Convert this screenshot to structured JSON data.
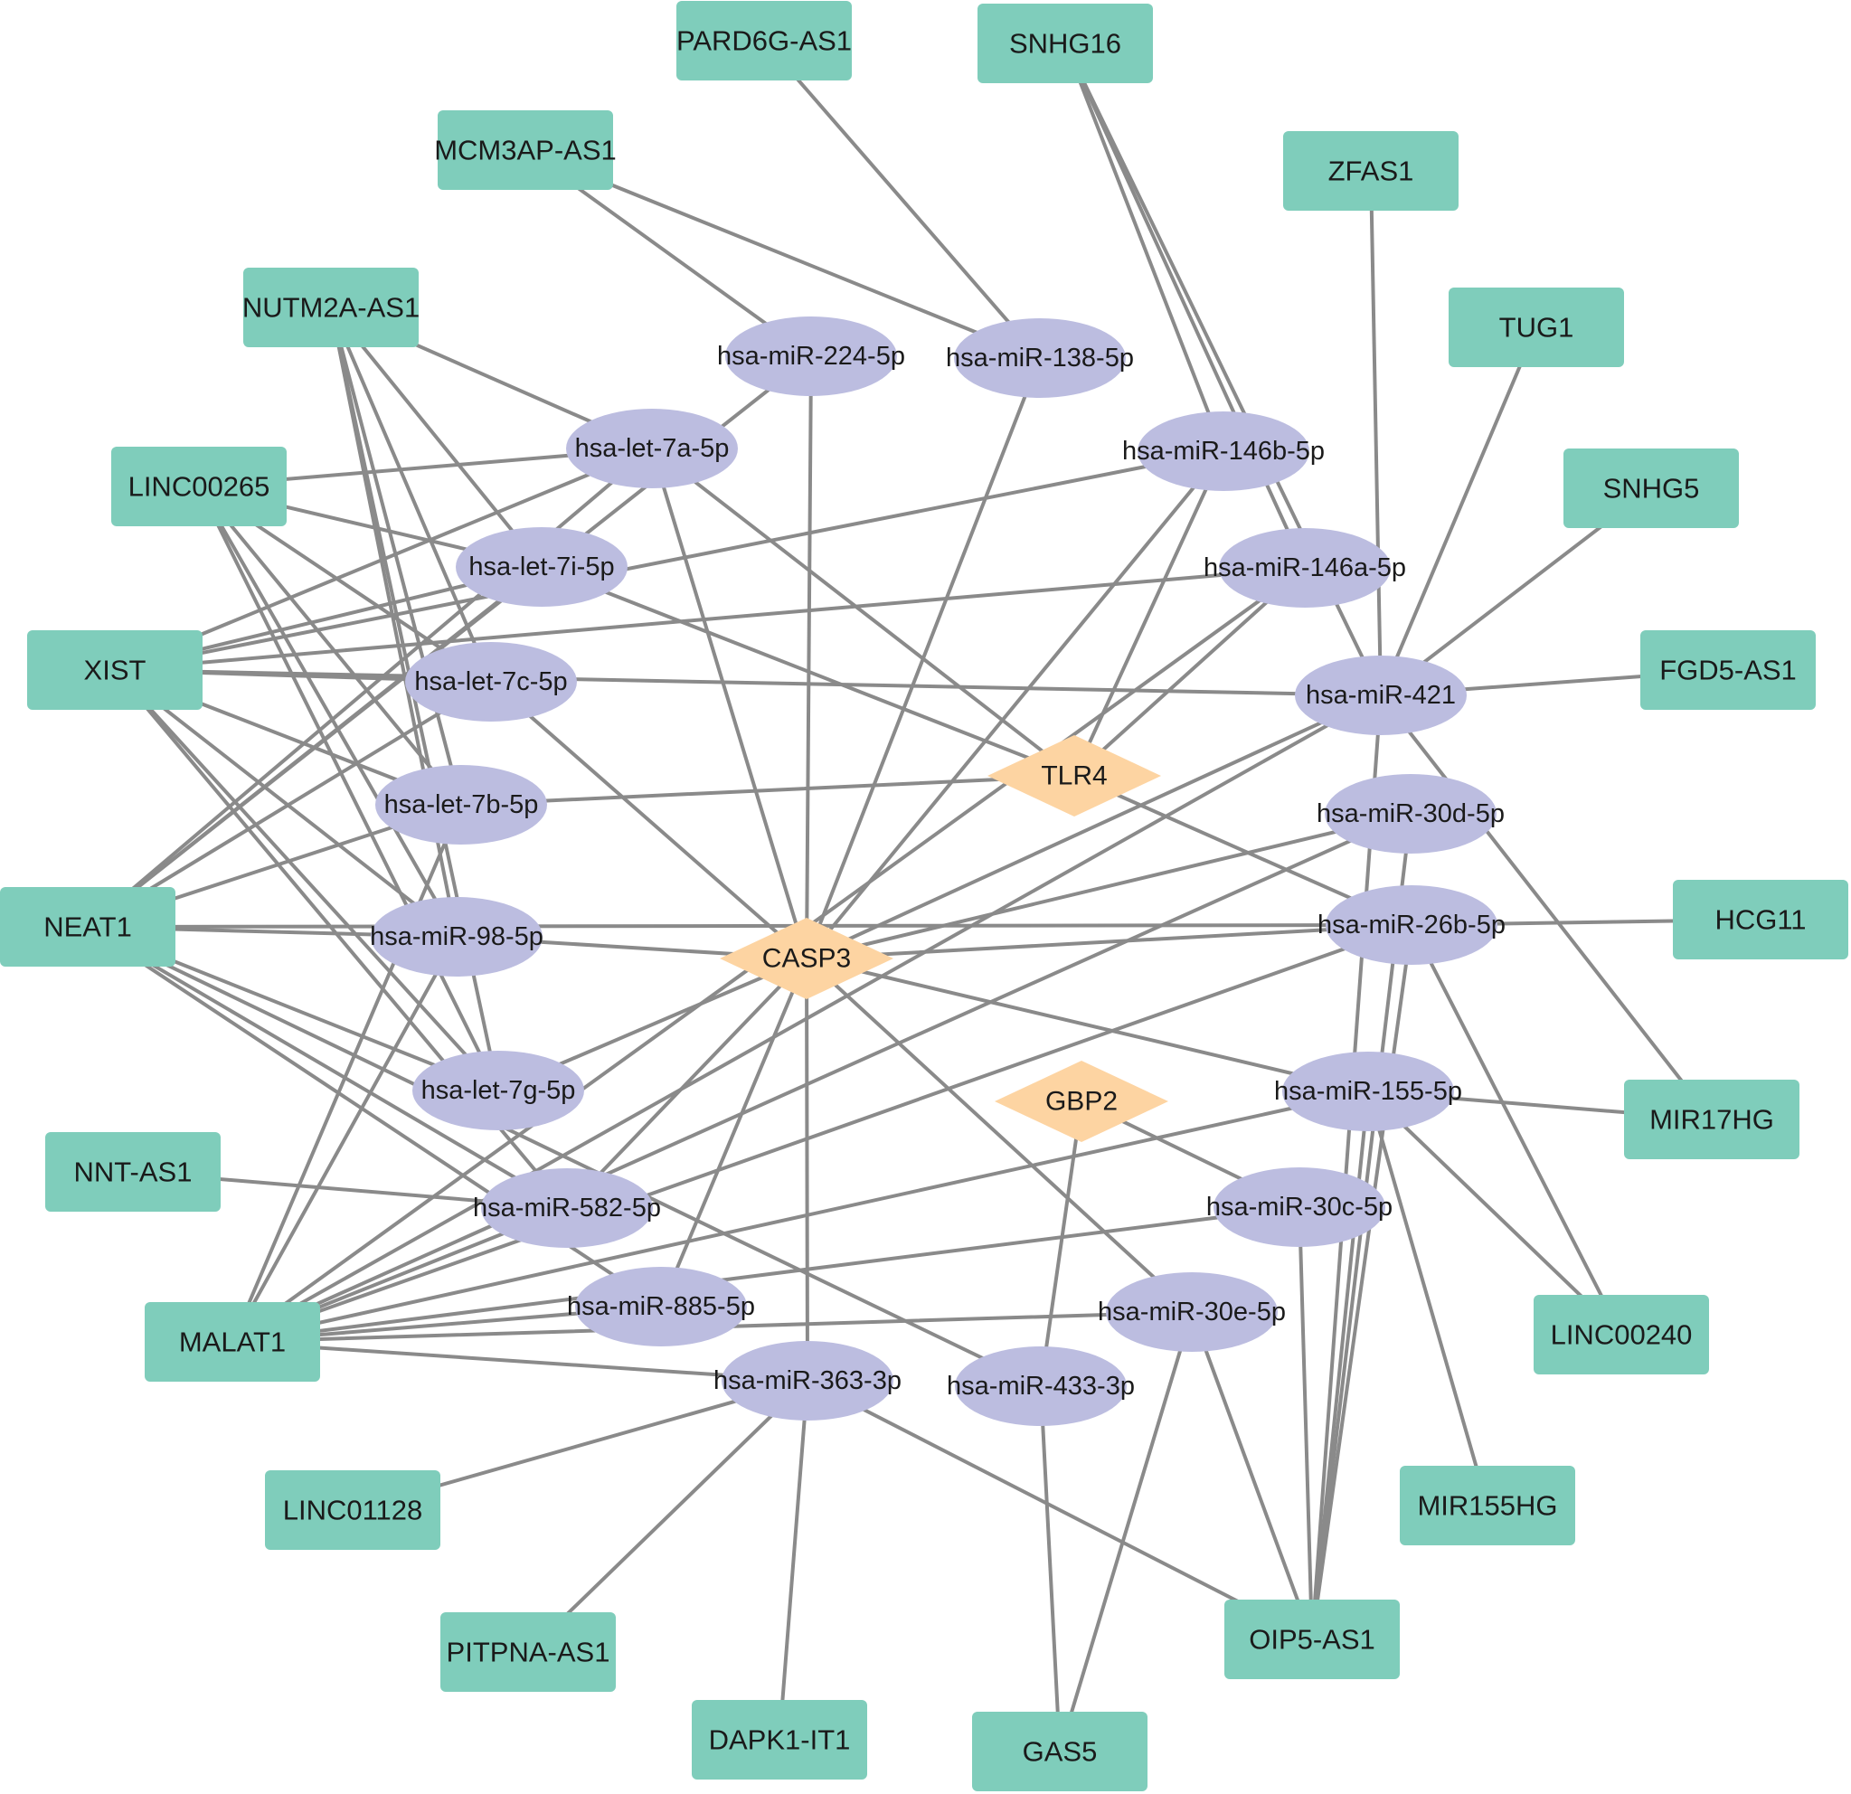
{
  "colors": {
    "lncrna_fill": "#7fcdbb",
    "mirna_fill": "#bcbde0",
    "gene_fill": "#fdd4a2",
    "edge": "#8a8a8a",
    "label": "#1a1a1a"
  },
  "lncrnas": [
    "PARD6G-AS1",
    "SNHG16",
    "MCM3AP-AS1",
    "ZFAS1",
    "NUTM2A-AS1",
    "TUG1",
    "LINC00265",
    "SNHG5",
    "XIST",
    "FGD5-AS1",
    "NEAT1",
    "HCG11",
    "MIR17HG",
    "NNT-AS1",
    "LINC00240",
    "MALAT1",
    "MIR155HG",
    "LINC01128",
    "PITPNA-AS1",
    "OIP5-AS1",
    "DAPK1-IT1",
    "GAS5"
  ],
  "mirnas": [
    "hsa-miR-224-5p",
    "hsa-miR-138-5p",
    "hsa-let-7a-5p",
    "hsa-miR-146b-5p",
    "hsa-let-7i-5p",
    "hsa-miR-146a-5p",
    "hsa-let-7c-5p",
    "hsa-miR-421",
    "hsa-let-7b-5p",
    "hsa-miR-30d-5p",
    "hsa-miR-98-5p",
    "hsa-miR-26b-5p",
    "hsa-let-7g-5p",
    "hsa-miR-155-5p",
    "hsa-miR-582-5p",
    "hsa-miR-30c-5p",
    "hsa-miR-885-5p",
    "hsa-miR-30e-5p",
    "hsa-miR-363-3p",
    "hsa-miR-433-3p"
  ],
  "genes": [
    "TLR4",
    "CASP3",
    "GBP2"
  ],
  "edges": [
    [
      "PARD6G-AS1",
      "hsa-miR-138-5p"
    ],
    [
      "MCM3AP-AS1",
      "hsa-miR-224-5p"
    ],
    [
      "MCM3AP-AS1",
      "hsa-miR-138-5p"
    ],
    [
      "SNHG16",
      "hsa-miR-146b-5p"
    ],
    [
      "SNHG16",
      "hsa-miR-146a-5p"
    ],
    [
      "SNHG16",
      "hsa-miR-421"
    ],
    [
      "ZFAS1",
      "hsa-miR-421"
    ],
    [
      "TUG1",
      "hsa-miR-421"
    ],
    [
      "SNHG5",
      "hsa-miR-421"
    ],
    [
      "FGD5-AS1",
      "hsa-miR-421"
    ],
    [
      "HCG11",
      "hsa-miR-26b-5p"
    ],
    [
      "MIR17HG",
      "hsa-miR-155-5p"
    ],
    [
      "MIR17HG",
      "hsa-miR-421"
    ],
    [
      "LINC00240",
      "hsa-miR-155-5p"
    ],
    [
      "LINC00240",
      "hsa-miR-26b-5p"
    ],
    [
      "MIR155HG",
      "hsa-miR-155-5p"
    ],
    [
      "OIP5-AS1",
      "hsa-miR-155-5p"
    ],
    [
      "OIP5-AS1",
      "hsa-miR-30c-5p"
    ],
    [
      "OIP5-AS1",
      "hsa-miR-30e-5p"
    ],
    [
      "OIP5-AS1",
      "hsa-miR-421"
    ],
    [
      "OIP5-AS1",
      "hsa-miR-30d-5p"
    ],
    [
      "OIP5-AS1",
      "hsa-miR-26b-5p"
    ],
    [
      "OIP5-AS1",
      "hsa-miR-363-3p"
    ],
    [
      "GAS5",
      "hsa-miR-433-3p"
    ],
    [
      "GAS5",
      "hsa-miR-30e-5p"
    ],
    [
      "DAPK1-IT1",
      "hsa-miR-363-3p"
    ],
    [
      "PITPNA-AS1",
      "hsa-miR-363-3p"
    ],
    [
      "LINC01128",
      "hsa-miR-363-3p"
    ],
    [
      "NNT-AS1",
      "hsa-miR-582-5p"
    ],
    [
      "NUTM2A-AS1",
      "hsa-let-7a-5p"
    ],
    [
      "NUTM2A-AS1",
      "hsa-let-7i-5p"
    ],
    [
      "NUTM2A-AS1",
      "hsa-let-7c-5p"
    ],
    [
      "NUTM2A-AS1",
      "hsa-let-7b-5p"
    ],
    [
      "NUTM2A-AS1",
      "hsa-miR-98-5p"
    ],
    [
      "NUTM2A-AS1",
      "hsa-let-7g-5p"
    ],
    [
      "LINC00265",
      "hsa-let-7a-5p"
    ],
    [
      "LINC00265",
      "hsa-let-7i-5p"
    ],
    [
      "LINC00265",
      "hsa-let-7c-5p"
    ],
    [
      "LINC00265",
      "hsa-let-7b-5p"
    ],
    [
      "LINC00265",
      "hsa-miR-98-5p"
    ],
    [
      "LINC00265",
      "hsa-let-7g-5p"
    ],
    [
      "XIST",
      "hsa-let-7a-5p"
    ],
    [
      "XIST",
      "hsa-let-7i-5p"
    ],
    [
      "XIST",
      "hsa-let-7c-5p"
    ],
    [
      "XIST",
      "hsa-let-7b-5p"
    ],
    [
      "XIST",
      "hsa-miR-98-5p"
    ],
    [
      "XIST",
      "hsa-let-7g-5p"
    ],
    [
      "XIST",
      "hsa-miR-146b-5p"
    ],
    [
      "XIST",
      "hsa-miR-146a-5p"
    ],
    [
      "XIST",
      "hsa-miR-421"
    ],
    [
      "XIST",
      "hsa-miR-582-5p"
    ],
    [
      "NEAT1",
      "hsa-let-7a-5p"
    ],
    [
      "NEAT1",
      "hsa-let-7i-5p"
    ],
    [
      "NEAT1",
      "hsa-let-7c-5p"
    ],
    [
      "NEAT1",
      "hsa-let-7b-5p"
    ],
    [
      "NEAT1",
      "hsa-miR-98-5p"
    ],
    [
      "NEAT1",
      "hsa-let-7g-5p"
    ],
    [
      "NEAT1",
      "hsa-miR-26b-5p"
    ],
    [
      "NEAT1",
      "hsa-miR-582-5p"
    ],
    [
      "NEAT1",
      "hsa-miR-885-5p"
    ],
    [
      "NEAT1",
      "hsa-miR-224-5p"
    ],
    [
      "NEAT1",
      "hsa-miR-433-3p"
    ],
    [
      "MALAT1",
      "hsa-let-7b-5p"
    ],
    [
      "MALAT1",
      "hsa-miR-98-5p"
    ],
    [
      "MALAT1",
      "hsa-miR-146a-5p"
    ],
    [
      "MALAT1",
      "hsa-miR-421"
    ],
    [
      "MALAT1",
      "hsa-miR-30d-5p"
    ],
    [
      "MALAT1",
      "hsa-miR-26b-5p"
    ],
    [
      "MALAT1",
      "hsa-miR-155-5p"
    ],
    [
      "MALAT1",
      "hsa-miR-30c-5p"
    ],
    [
      "MALAT1",
      "hsa-miR-30e-5p"
    ],
    [
      "MALAT1",
      "hsa-miR-363-3p"
    ],
    [
      "MALAT1",
      "hsa-miR-582-5p"
    ],
    [
      "MALAT1",
      "hsa-miR-885-5p"
    ],
    [
      "TLR4",
      "hsa-let-7a-5p"
    ],
    [
      "TLR4",
      "hsa-let-7i-5p"
    ],
    [
      "TLR4",
      "hsa-let-7b-5p"
    ],
    [
      "TLR4",
      "hsa-miR-146b-5p"
    ],
    [
      "TLR4",
      "hsa-miR-146a-5p"
    ],
    [
      "TLR4",
      "hsa-miR-26b-5p"
    ],
    [
      "CASP3",
      "hsa-miR-224-5p"
    ],
    [
      "CASP3",
      "hsa-miR-138-5p"
    ],
    [
      "CASP3",
      "hsa-let-7a-5p"
    ],
    [
      "CASP3",
      "hsa-miR-146b-5p"
    ],
    [
      "CASP3",
      "hsa-let-7c-5p"
    ],
    [
      "CASP3",
      "hsa-miR-421"
    ],
    [
      "CASP3",
      "hsa-miR-30d-5p"
    ],
    [
      "CASP3",
      "hsa-miR-98-5p"
    ],
    [
      "CASP3",
      "hsa-miR-26b-5p"
    ],
    [
      "CASP3",
      "hsa-let-7g-5p"
    ],
    [
      "CASP3",
      "hsa-miR-155-5p"
    ],
    [
      "CASP3",
      "hsa-miR-582-5p"
    ],
    [
      "CASP3",
      "hsa-miR-885-5p"
    ],
    [
      "CASP3",
      "hsa-miR-30e-5p"
    ],
    [
      "CASP3",
      "hsa-miR-363-3p"
    ],
    [
      "GBP2",
      "hsa-miR-30c-5p"
    ],
    [
      "GBP2",
      "hsa-miR-433-3p"
    ]
  ]
}
